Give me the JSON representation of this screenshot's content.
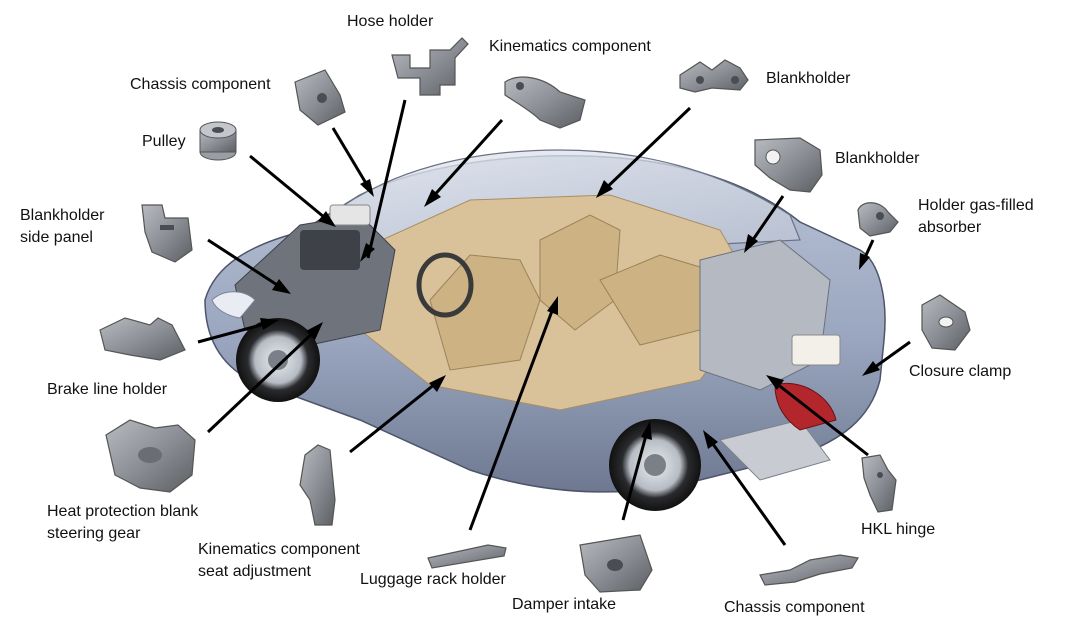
{
  "labels": {
    "hose_holder": "Hose holder",
    "kinematics_component": "Kinematics component",
    "chassis_component_top": "Chassis component",
    "blankholder_top": "Blankholder",
    "pulley": "Pulley",
    "blankholder_right": "Blankholder",
    "blankholder_side_panel_1": "Blankholder",
    "blankholder_side_panel_2": "side panel",
    "holder_gas_1": "Holder gas-filled",
    "holder_gas_2": "absorber",
    "closure_clamp": "Closure clamp",
    "brake_line_holder": "Brake line holder",
    "heat_protection_1": "Heat protection blank",
    "heat_protection_2": "steering gear",
    "hkl_hinge": "HKL hinge",
    "kinematics_seat_1": "Kinematics component",
    "kinematics_seat_2": "seat adjustment",
    "luggage_rack_holder": "Luggage rack holder",
    "damper_intake": "Damper intake",
    "chassis_component_bottom": "Chassis component"
  },
  "colors": {
    "body_paint": "#9aa6bf",
    "interior": "#d9c29a",
    "metal_part": "#8c8f95",
    "arrow": "#000000",
    "taillight": "#b3262c"
  }
}
